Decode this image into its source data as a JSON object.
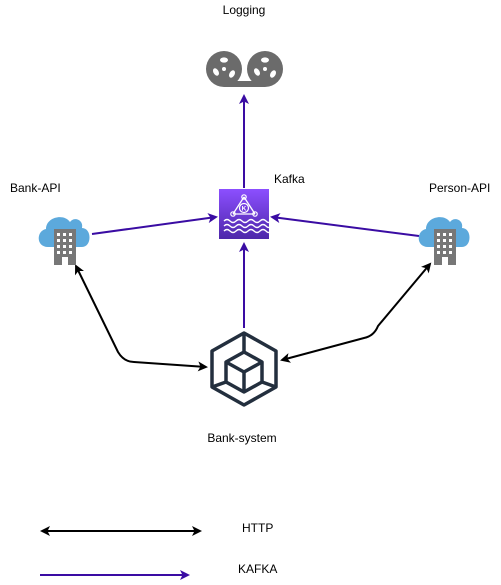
{
  "nodes": {
    "logging": {
      "label": "Logging",
      "icon": "reel-to-reel-tape-icon"
    },
    "kafka": {
      "label": "Kafka",
      "icon": "kafka-stream-icon"
    },
    "bank_api": {
      "label": "Bank-API",
      "icon": "cloud-building-icon"
    },
    "person_api": {
      "label": "Person-API",
      "icon": "cloud-building-icon"
    },
    "bank_system": {
      "label": "Bank-system",
      "icon": "cube-icon"
    }
  },
  "legend": {
    "http": {
      "label": "HTTP",
      "color": "#000000"
    },
    "kafka": {
      "label": "KAFKA",
      "color": "#3a0ca3"
    }
  },
  "colors": {
    "kafka_icon_top": "#8c4fff",
    "kafka_icon_bottom": "#4d27aa",
    "cloud": "#5ca9dc",
    "building": "#777777",
    "cube_stroke": "#232f3e",
    "tape": "#6b6b6b"
  }
}
